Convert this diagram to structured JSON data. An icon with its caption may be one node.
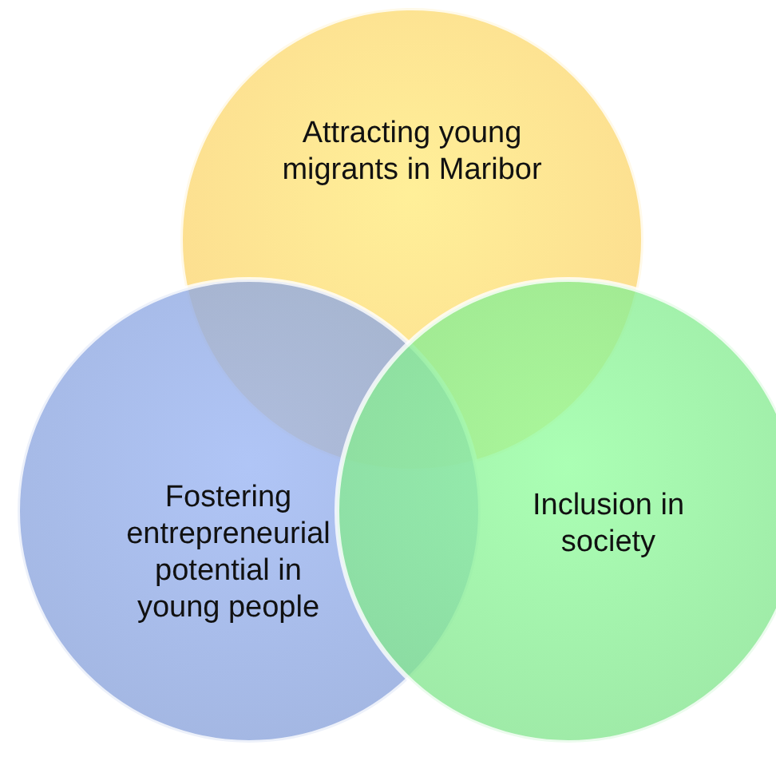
{
  "diagram": {
    "nodes": [
      {
        "text": [
          "Attracting young migrants in Maribor"
        ]
      },
      {
        "text": [
          "Fostering entrepreneurial potential in young people"
        ]
      },
      {
        "text": [
          "Inclusion in society"
        ]
      }
    ]
  }
}
